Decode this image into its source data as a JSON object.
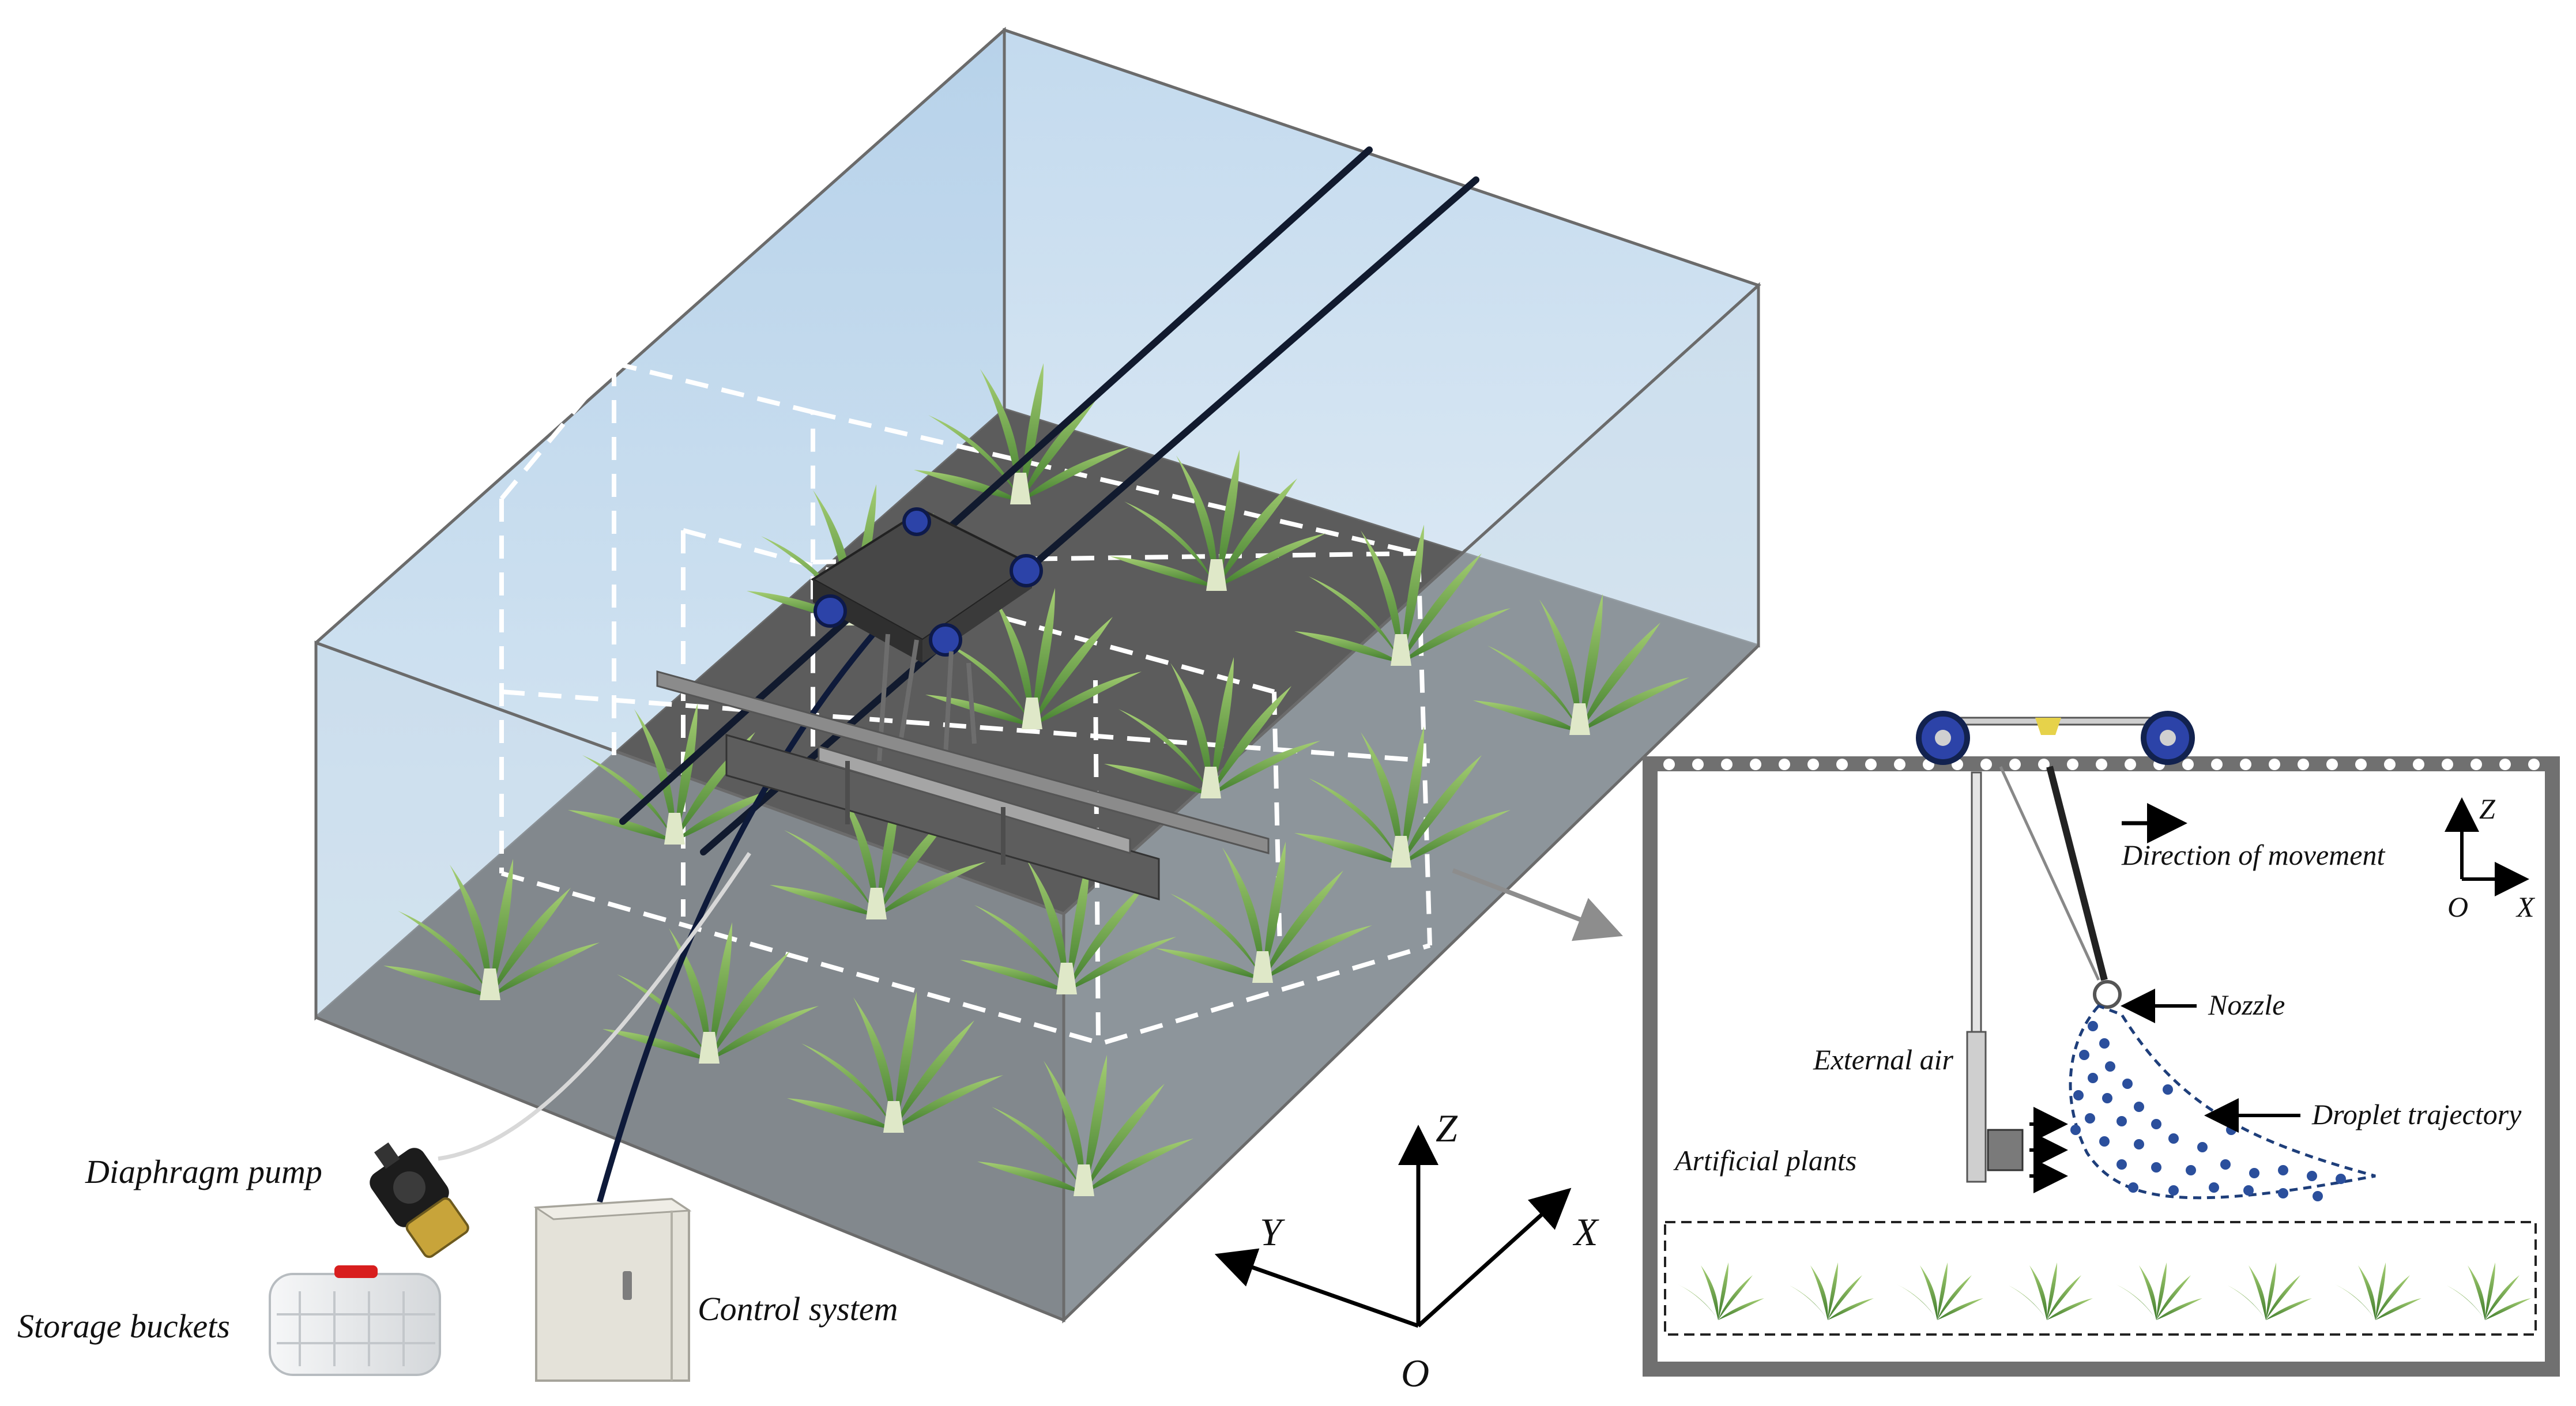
{
  "labels": {
    "diaphragm_pump": "Diaphragm pump",
    "storage_buckets": "Storage buckets",
    "control_system": "Control system",
    "direction_of_movement": "Direction of movement",
    "nozzle": "Nozzle",
    "external_air": "External air",
    "droplet_trajectory": "Droplet trajectory",
    "artificial_plants": "Artificial plants"
  },
  "axes_main": {
    "x": "X",
    "y": "Y",
    "z": "Z",
    "origin": "O"
  },
  "axes_inset": {
    "x": "X",
    "z": "Z",
    "origin": "O"
  },
  "colors": {
    "glass": "#c6dcee",
    "floor": "#5d5d5d",
    "plant": "#7fb24a",
    "wheel": "#2c43a8",
    "droplet": "#2b4f9c",
    "frame": "#707070"
  }
}
